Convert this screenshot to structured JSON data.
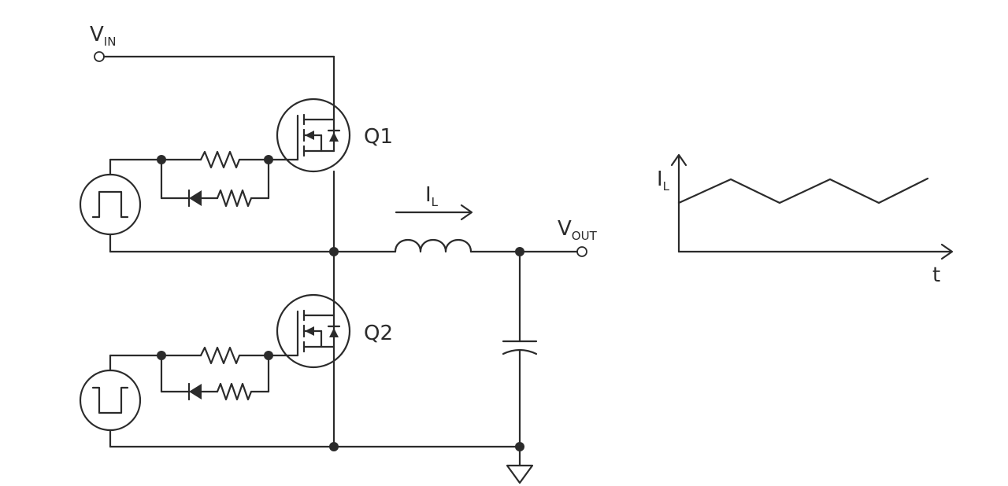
{
  "diagram": {
    "type": "synchronous buck converter schematic",
    "labels": {
      "vin_main": "V",
      "vin_sub": "IN",
      "vout_main": "V",
      "vout_sub": "OUT",
      "il_main": "I",
      "il_sub": "L",
      "q1": "Q1",
      "q2": "Q2"
    },
    "waveform": {
      "ylabel_main": "I",
      "ylabel_sub": "L",
      "xlabel": "t",
      "shape": "triangle ripple",
      "color": "#2b2b2b"
    }
  }
}
